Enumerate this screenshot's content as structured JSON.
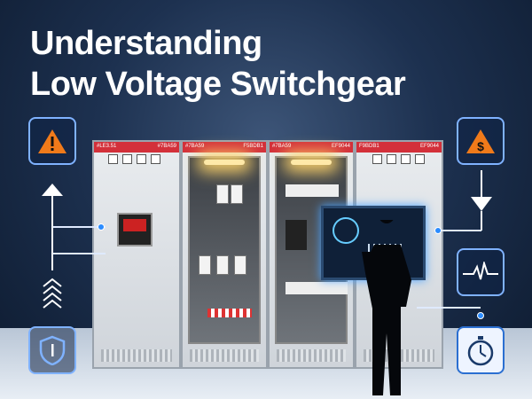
{
  "title": {
    "line1": "Understanding",
    "line2": "Low Voltage Switchgear"
  },
  "cabinet_labels": [
    "#LE3.51",
    "#7BA59",
    "#7BA59",
    "F5BDB1",
    "#7BA59",
    "EF9044",
    "F9BDB1",
    "EF9044"
  ],
  "icons": {
    "left": [
      "warning-icon",
      "arrow-up-icon",
      "chevrons-up-icon",
      "shield-icon"
    ],
    "right": [
      "dollar-icon",
      "arrow-down-icon",
      "pulse-icon",
      "stopwatch-icon"
    ]
  },
  "colors": {
    "accent_blue": "#2b8cff",
    "cabinet_red": "#d3303a",
    "warning_orange": "#f07a1a"
  }
}
